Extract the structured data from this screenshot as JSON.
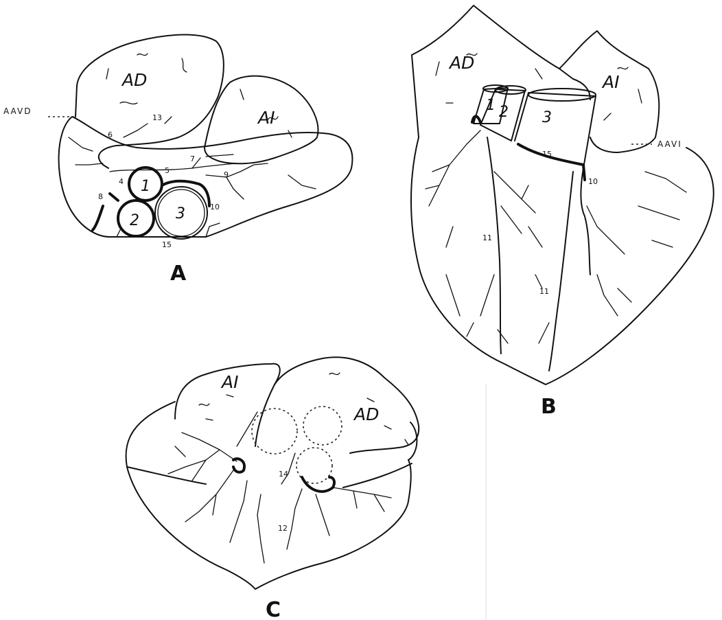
{
  "panels": {
    "a": {
      "letter": "A",
      "labels": {
        "ad": "AD",
        "ai": "AI",
        "aavd": "AAVD",
        "v1": "1",
        "v2": "2",
        "v3": "3",
        "n4": "4",
        "n5": "5",
        "n6": "6",
        "n7": "7",
        "n8": "8",
        "n9": "9",
        "n10": "10",
        "n13": "13",
        "n15": "15"
      }
    },
    "b": {
      "letter": "B",
      "labels": {
        "ad": "AD",
        "ai": "AI",
        "aavi": "AAVI",
        "v1": "1",
        "v2": "2",
        "v3": "3",
        "n10": "10",
        "n11a": "11",
        "n11b": "11",
        "n15": "15"
      }
    },
    "c": {
      "letter": "C",
      "labels": {
        "ai": "AI",
        "ad": "AD",
        "n12": "12",
        "n14": "14"
      }
    }
  },
  "colors": {
    "ink": "#111111",
    "background": "#ffffff"
  }
}
